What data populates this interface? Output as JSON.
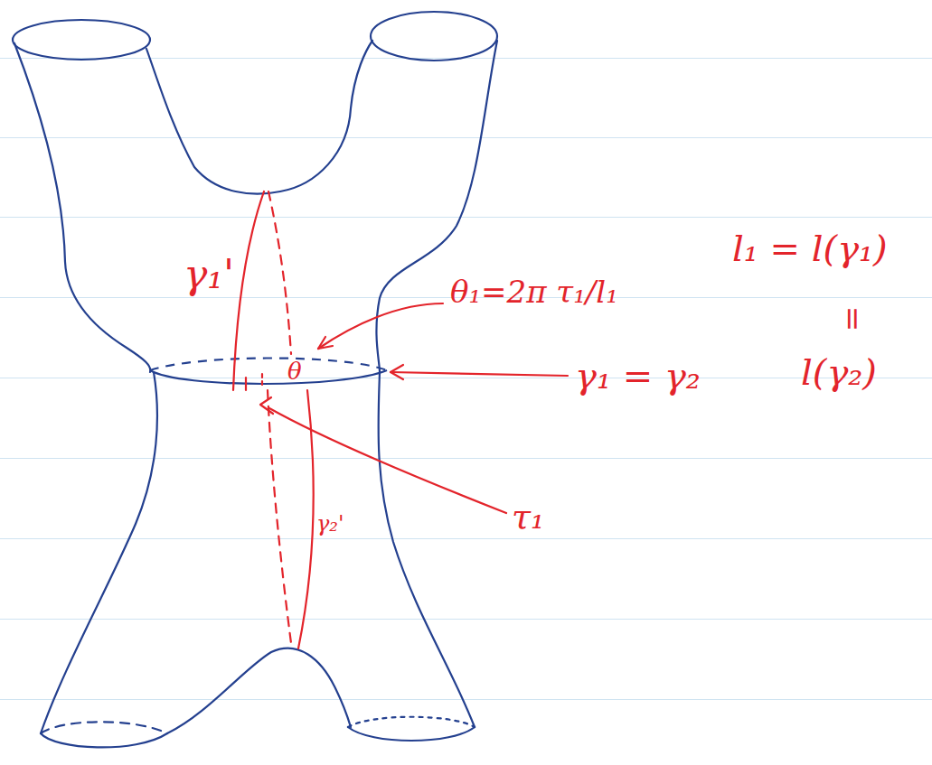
{
  "diagram": {
    "labels": [
      "γ₁'",
      "θ₁=2π τ₁/l₁",
      "θ",
      "γ₁ = γ₂",
      "τ₁",
      "γ₂'",
      "l₁ = l(γ₁)",
      "=",
      "l(γ₂)"
    ]
  }
}
